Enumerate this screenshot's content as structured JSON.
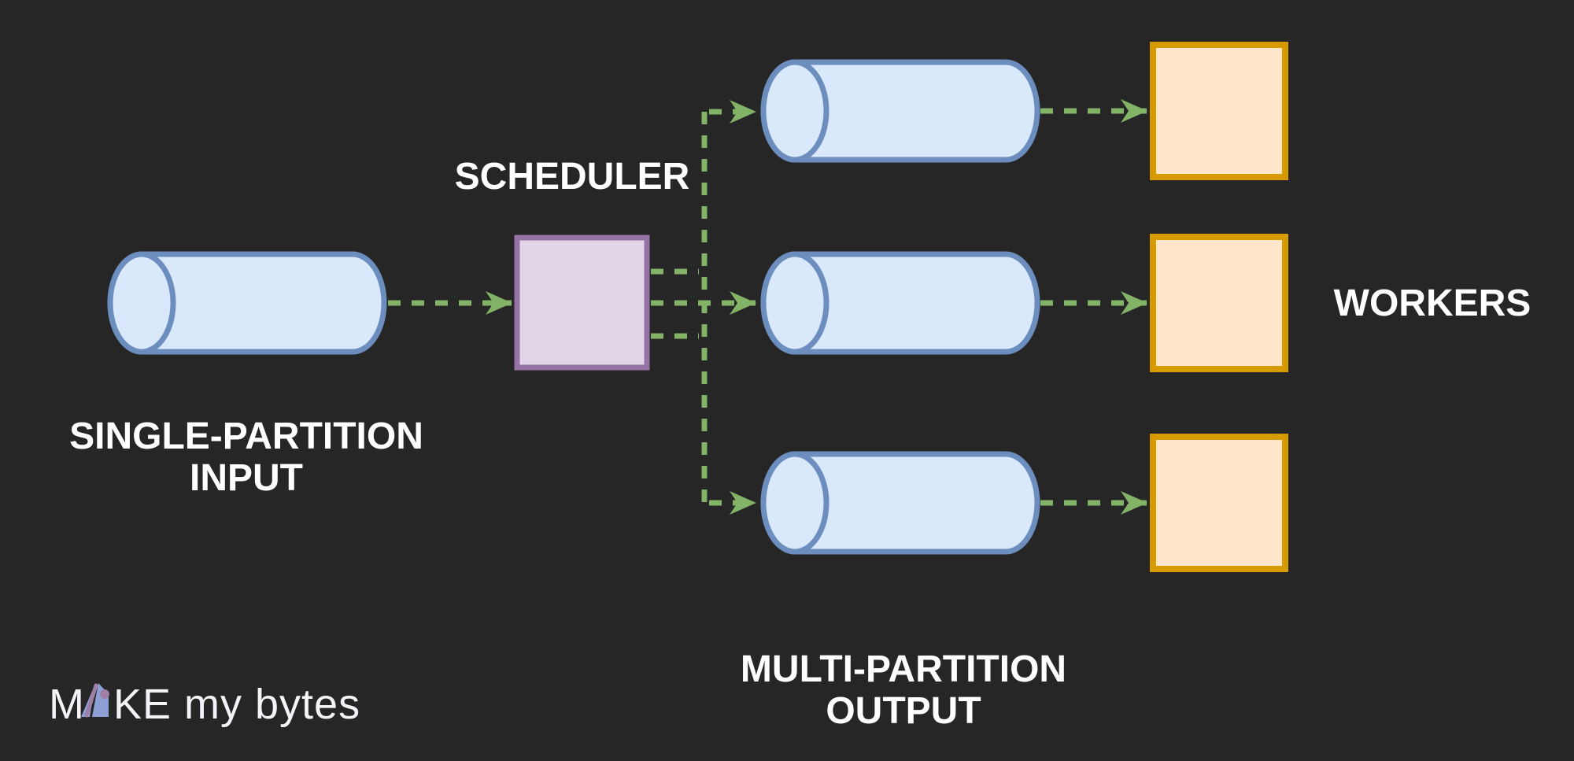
{
  "title": "Single-partition input to multi-partition output scheduling diagram",
  "labels": {
    "scheduler": "SCHEDULER",
    "input_line1": "SINGLE-PARTITION",
    "input_line2": "INPUT",
    "output_line1": "MULTI-PARTITION",
    "output_line2": "OUTPUT",
    "workers": "WORKERS"
  },
  "logo": {
    "full_text": "MAKE my bytes",
    "part1": "M",
    "part2": "KE my bytes"
  },
  "colors": {
    "background": "#262626",
    "cylinder_fill": "#dae8fc",
    "cylinder_stroke": "#6c8ebf",
    "scheduler_fill": "#e1d5e7",
    "scheduler_stroke": "#9673a6",
    "worker_fill": "#ffe6cc",
    "worker_stroke": "#d79b00",
    "arrow": "#82b366",
    "label_text": "#ffffff",
    "logo_triangle": "#8da0d6",
    "logo_accent": "#9f7fa5"
  },
  "diagram": {
    "nodes": [
      {
        "id": "input-queue",
        "type": "cylinder",
        "label": "SINGLE-PARTITION INPUT"
      },
      {
        "id": "scheduler",
        "type": "square",
        "label": "SCHEDULER"
      },
      {
        "id": "output-queue-1",
        "type": "cylinder",
        "label": "MULTI-PARTITION OUTPUT"
      },
      {
        "id": "output-queue-2",
        "type": "cylinder",
        "label": "MULTI-PARTITION OUTPUT"
      },
      {
        "id": "output-queue-3",
        "type": "cylinder",
        "label": "MULTI-PARTITION OUTPUT"
      },
      {
        "id": "worker-1",
        "type": "square",
        "label": "WORKERS"
      },
      {
        "id": "worker-2",
        "type": "square",
        "label": "WORKERS"
      },
      {
        "id": "worker-3",
        "type": "square",
        "label": "WORKERS"
      }
    ],
    "edges": [
      {
        "from": "input-queue",
        "to": "scheduler",
        "style": "dashed-arrow"
      },
      {
        "from": "scheduler",
        "to": "output-queue-1",
        "style": "dashed-arrow"
      },
      {
        "from": "scheduler",
        "to": "output-queue-2",
        "style": "dashed-arrow"
      },
      {
        "from": "scheduler",
        "to": "output-queue-3",
        "style": "dashed-arrow"
      },
      {
        "from": "output-queue-1",
        "to": "worker-1",
        "style": "dashed-arrow"
      },
      {
        "from": "output-queue-2",
        "to": "worker-2",
        "style": "dashed-arrow"
      },
      {
        "from": "output-queue-3",
        "to": "worker-3",
        "style": "dashed-arrow"
      }
    ]
  }
}
